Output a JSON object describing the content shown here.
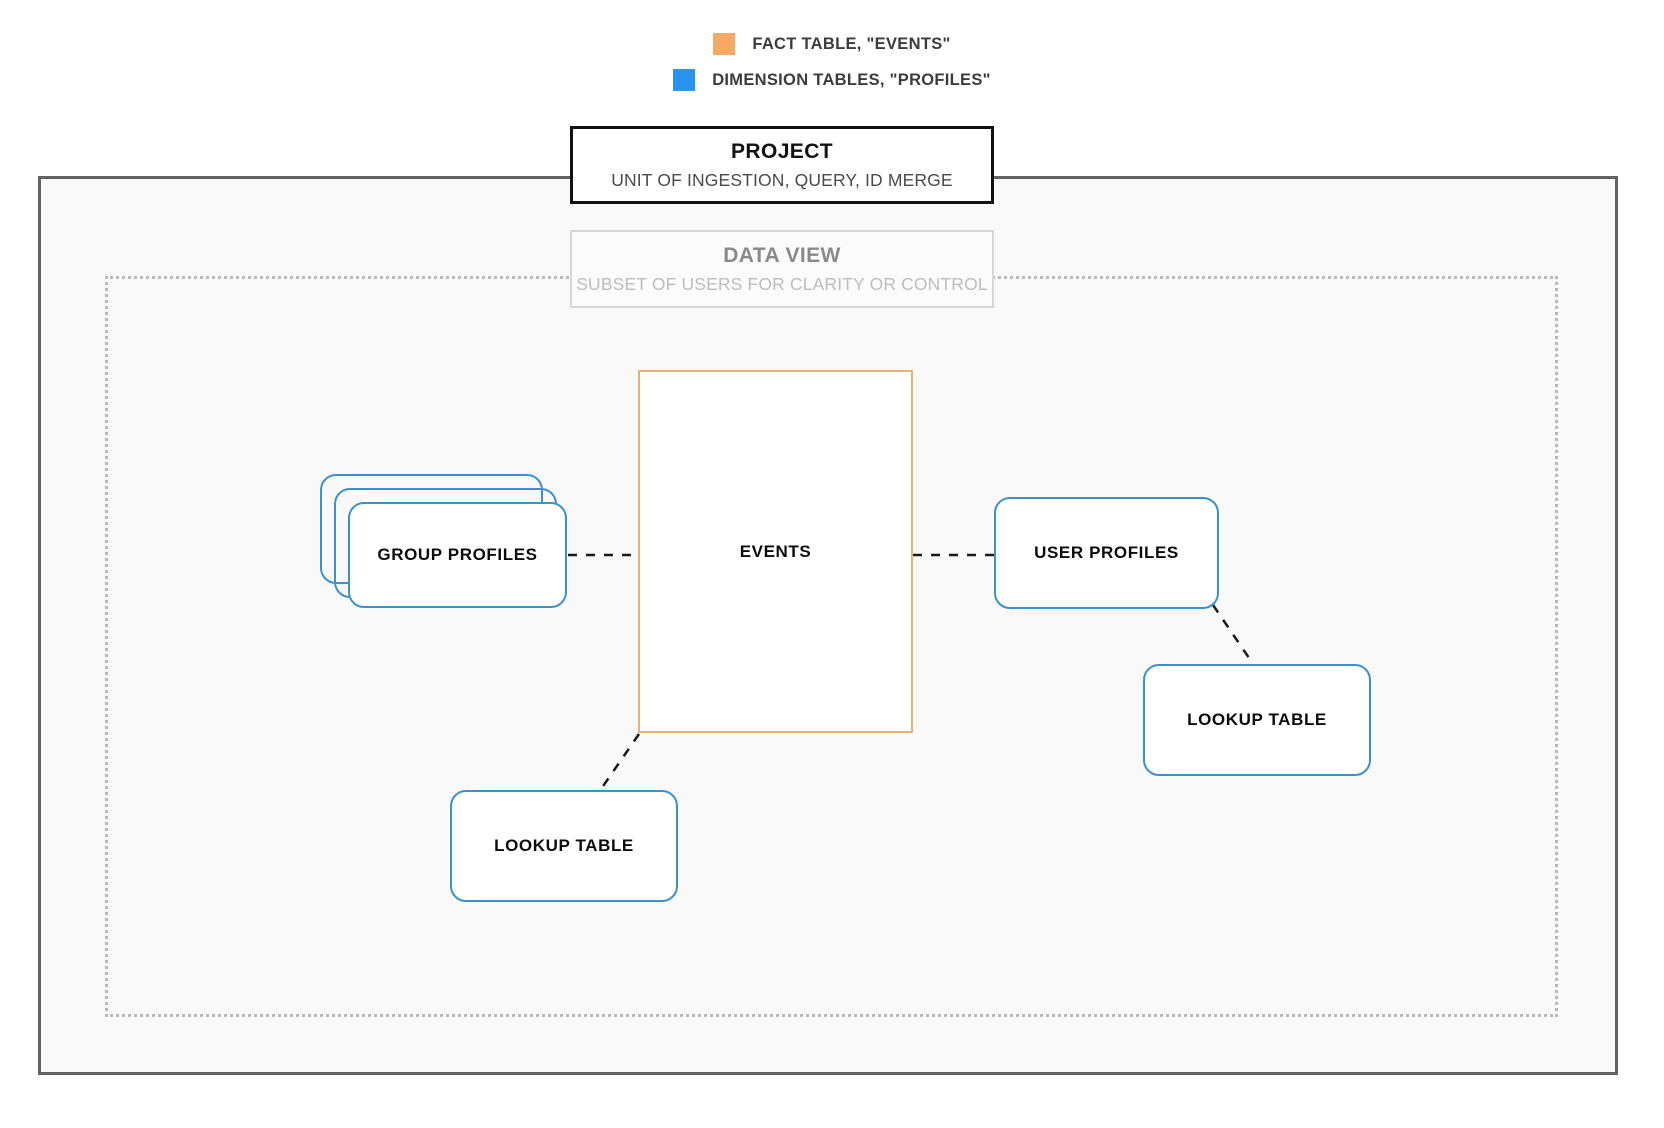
{
  "legend": {
    "items": [
      {
        "label": "FACT TABLE, \"EVENTS\"",
        "color": "#f5a962",
        "swatch_name": "legend-swatch-fact-table"
      },
      {
        "label": "DIMENSION TABLES, \"PROFILES\"",
        "color": "#2b94ee",
        "swatch_name": "legend-swatch-dimension-tables"
      }
    ]
  },
  "project": {
    "title": "PROJECT",
    "subtitle": "UNIT OF INGESTION, QUERY, ID MERGE",
    "border_color": "#111111"
  },
  "data_view": {
    "title": "DATA VIEW",
    "subtitle": "SUBSET OF USERS FOR CLARITY OR CONTROL",
    "border_color": "#d6d6d6"
  },
  "nodes": {
    "events": {
      "label": "EVENTS",
      "color": "#e7b173"
    },
    "group_profiles": {
      "label": "GROUP PROFILES",
      "color": "#3c91cd",
      "stack_count": 3
    },
    "user_profiles": {
      "label": "USER PROFILES",
      "color": "#3c91cd"
    },
    "lookup_table_right": {
      "label": "LOOKUP TABLE",
      "color": "#3c91cd"
    },
    "lookup_table_left": {
      "label": "LOOKUP TABLE",
      "color": "#3c91cd"
    }
  },
  "connections": [
    {
      "from": "group_profiles",
      "to": "events",
      "style": "dashed"
    },
    {
      "from": "events",
      "to": "user_profiles",
      "style": "dashed"
    },
    {
      "from": "user_profiles",
      "to": "lookup_table_right",
      "style": "dashed"
    },
    {
      "from": "events",
      "to": "lookup_table_left",
      "style": "dashed"
    }
  ]
}
